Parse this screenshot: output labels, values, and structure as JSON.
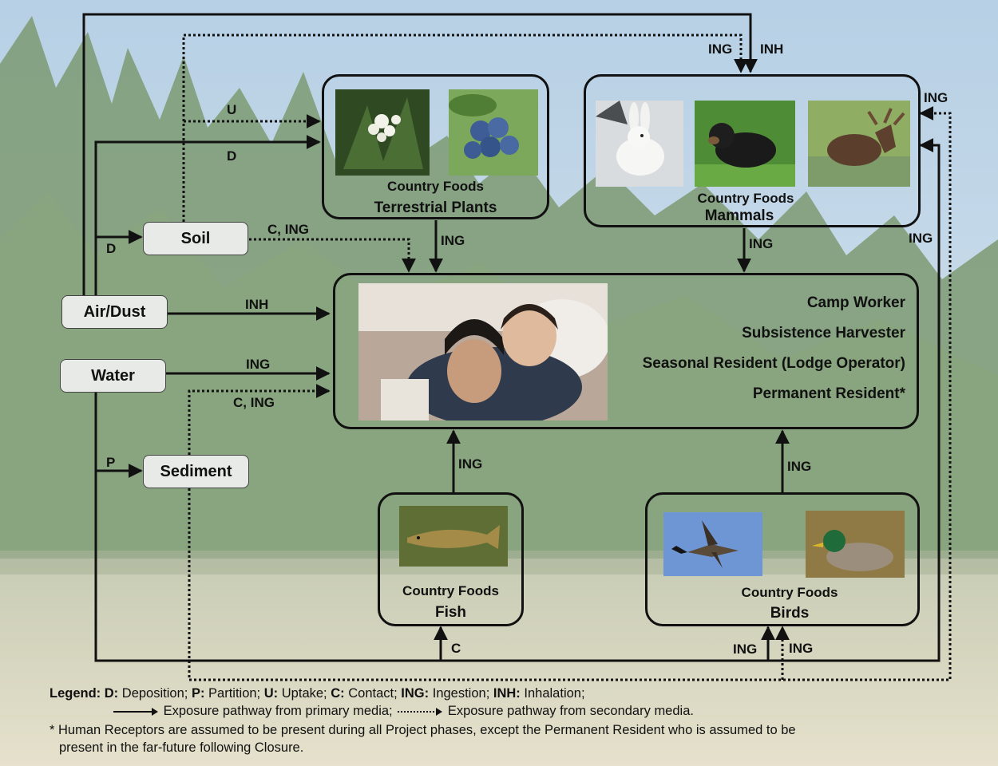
{
  "media": {
    "soil": "Soil",
    "air_dust": "Air/Dust",
    "water": "Water",
    "sediment": "Sediment"
  },
  "plants": {
    "line1": "Country Foods",
    "line2": "Terrestrial Plants"
  },
  "mammals": {
    "line1": "Country Foods",
    "line2": "Mammals"
  },
  "fish": {
    "line1": "Country Foods",
    "line2": "Fish"
  },
  "birds": {
    "line1": "Country Foods",
    "line2": "Birds"
  },
  "receptors": [
    "Camp Worker",
    "Subsistence Harvester",
    "Seasonal Resident (Lodge Operator)",
    "Permanent Resident*"
  ],
  "pathway_labels": {
    "ing_top": "ING",
    "inh_top": "INH",
    "u": "U",
    "d_plants": "D",
    "d_soil": "D",
    "c_ing_soil": "C, ING",
    "ing_plants": "ING",
    "ing_mammals": "ING",
    "ing_right_upper": "ING",
    "ing_right_lower": "ING",
    "inh_air": "INH",
    "ing_water": "ING",
    "c_ing_sediment": "C, ING",
    "p": "P",
    "ing_fish": "ING",
    "ing_birds": "ING",
    "c_fish": "C",
    "ing_birds_solid": "ING",
    "ing_birds_dotted": "ING"
  },
  "legend": {
    "heading": "Legend:",
    "defs": [
      {
        "abbr": "D:",
        "text": "Deposition;"
      },
      {
        "abbr": "P:",
        "text": "Partition;"
      },
      {
        "abbr": "U:",
        "text": "Uptake;"
      },
      {
        "abbr": "C:",
        "text": "Contact;"
      },
      {
        "abbr": "ING:",
        "text": "Ingestion;"
      },
      {
        "abbr": "INH:",
        "text": "Inhalation;"
      }
    ],
    "primary": "Exposure pathway from primary media;",
    "secondary": "Exposure pathway from secondary media.",
    "note_line1": "* Human Receptors are assumed to be present during all Project phases, except the Permanent Resident who is assumed to be",
    "note_line2": "present in the far-future following Closure."
  },
  "colors": {
    "line": "#111111",
    "box_fill": "#f0f0f0",
    "sky": "#b9d3e6",
    "forest": "#6f8f63",
    "water": "#c9c3a0"
  }
}
